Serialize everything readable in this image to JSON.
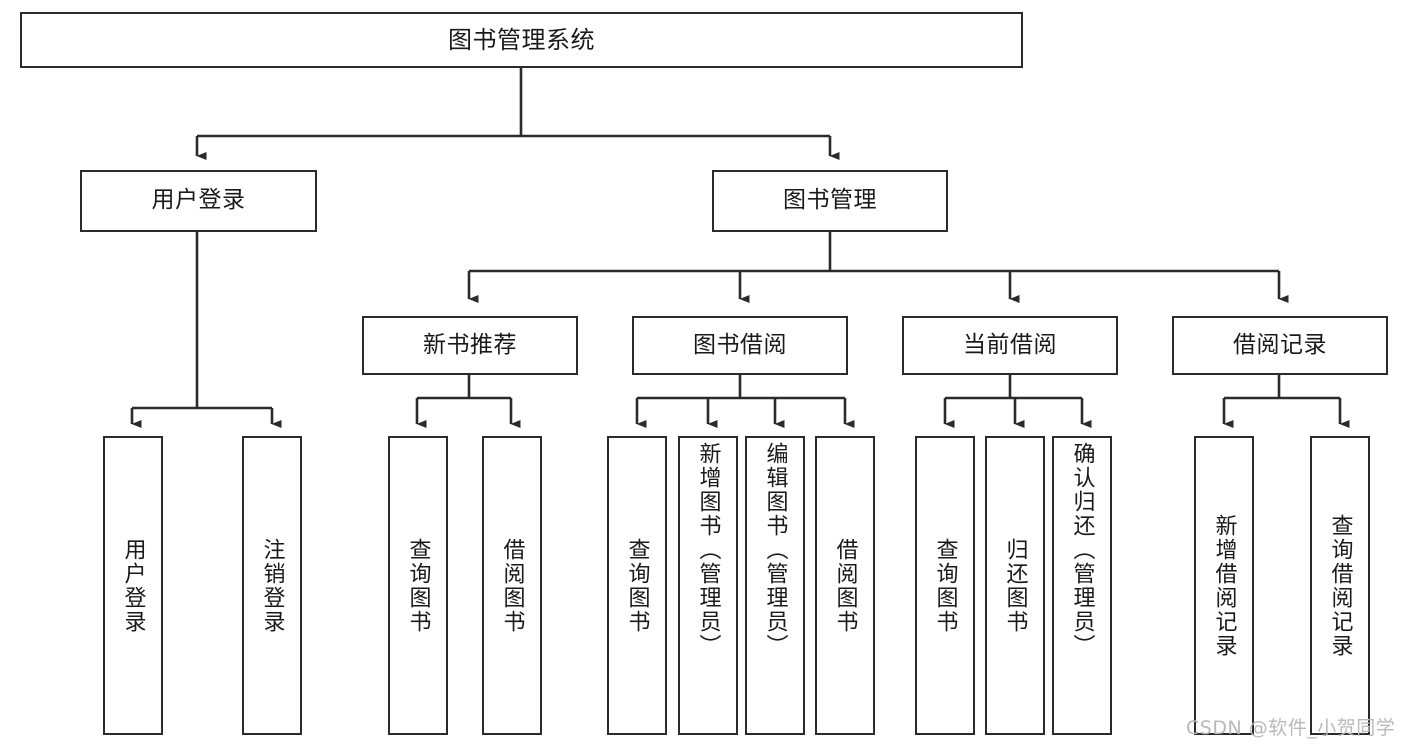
{
  "diagram": {
    "title": "图书管理系统",
    "type": "tree-hierarchy-chart",
    "stroke_color": "#2b2b2b",
    "text_color": "#1a1a1a",
    "background_color": "#ffffff",
    "watermark": "CSDN @软件_小贺同学",
    "levels": {
      "root": [
        "图书管理系统"
      ],
      "level2": [
        "用户登录",
        "图书管理"
      ],
      "level3": [
        "新书推荐",
        "图书借阅",
        "当前借阅",
        "借阅记录"
      ],
      "leaves": [
        "用户登录",
        "注销登录",
        "查询图书",
        "借阅图书",
        "查询图书",
        "新增图书（管理员）",
        "编辑图书（管理员）",
        "借阅图书",
        "查询图书",
        "归还图书",
        "确认归还（管理员）",
        "新增借阅记录",
        "查询借阅记录"
      ]
    },
    "nodes": {
      "root": {
        "label": "图书管理系统"
      },
      "user_login": {
        "label": "用户登录"
      },
      "book_manage": {
        "label": "图书管理"
      },
      "new_book_rec": {
        "label": "新书推荐"
      },
      "book_borrow": {
        "label": "图书借阅"
      },
      "current_borrow": {
        "label": "当前借阅"
      },
      "borrow_record": {
        "label": "借阅记录"
      },
      "leaf_user_login": {
        "label": "用户登录"
      },
      "leaf_user_logout": {
        "label": "注销登录"
      },
      "leaf_query_book_1": {
        "label": "查询图书"
      },
      "leaf_borrow_book_1": {
        "label": "借阅图书"
      },
      "leaf_query_book_2": {
        "label": "查询图书"
      },
      "leaf_add_book": {
        "label": "新增图书（管理员）"
      },
      "leaf_edit_book": {
        "label": "编辑图书（管理员）"
      },
      "leaf_borrow_book_2": {
        "label": "借阅图书"
      },
      "leaf_query_book_3": {
        "label": "查询图书"
      },
      "leaf_return_book": {
        "label": "归还图书"
      },
      "leaf_confirm_return": {
        "label": "确认归还（管理员）"
      },
      "leaf_add_record": {
        "label": "新增借阅记录"
      },
      "leaf_query_record": {
        "label": "查询借阅记录"
      }
    },
    "edges": [
      {
        "from": "root",
        "to": "user_login"
      },
      {
        "from": "root",
        "to": "book_manage"
      },
      {
        "from": "user_login",
        "to": "leaf_user_login"
      },
      {
        "from": "user_login",
        "to": "leaf_user_logout"
      },
      {
        "from": "book_manage",
        "to": "new_book_rec"
      },
      {
        "from": "book_manage",
        "to": "book_borrow"
      },
      {
        "from": "book_manage",
        "to": "current_borrow"
      },
      {
        "from": "book_manage",
        "to": "borrow_record"
      },
      {
        "from": "new_book_rec",
        "to": "leaf_query_book_1"
      },
      {
        "from": "new_book_rec",
        "to": "leaf_borrow_book_1"
      },
      {
        "from": "book_borrow",
        "to": "leaf_query_book_2"
      },
      {
        "from": "book_borrow",
        "to": "leaf_add_book"
      },
      {
        "from": "book_borrow",
        "to": "leaf_edit_book"
      },
      {
        "from": "book_borrow",
        "to": "leaf_borrow_book_2"
      },
      {
        "from": "current_borrow",
        "to": "leaf_query_book_3"
      },
      {
        "from": "current_borrow",
        "to": "leaf_return_book"
      },
      {
        "from": "current_borrow",
        "to": "leaf_confirm_return"
      },
      {
        "from": "borrow_record",
        "to": "leaf_add_record"
      },
      {
        "from": "borrow_record",
        "to": "leaf_query_record"
      }
    ]
  }
}
